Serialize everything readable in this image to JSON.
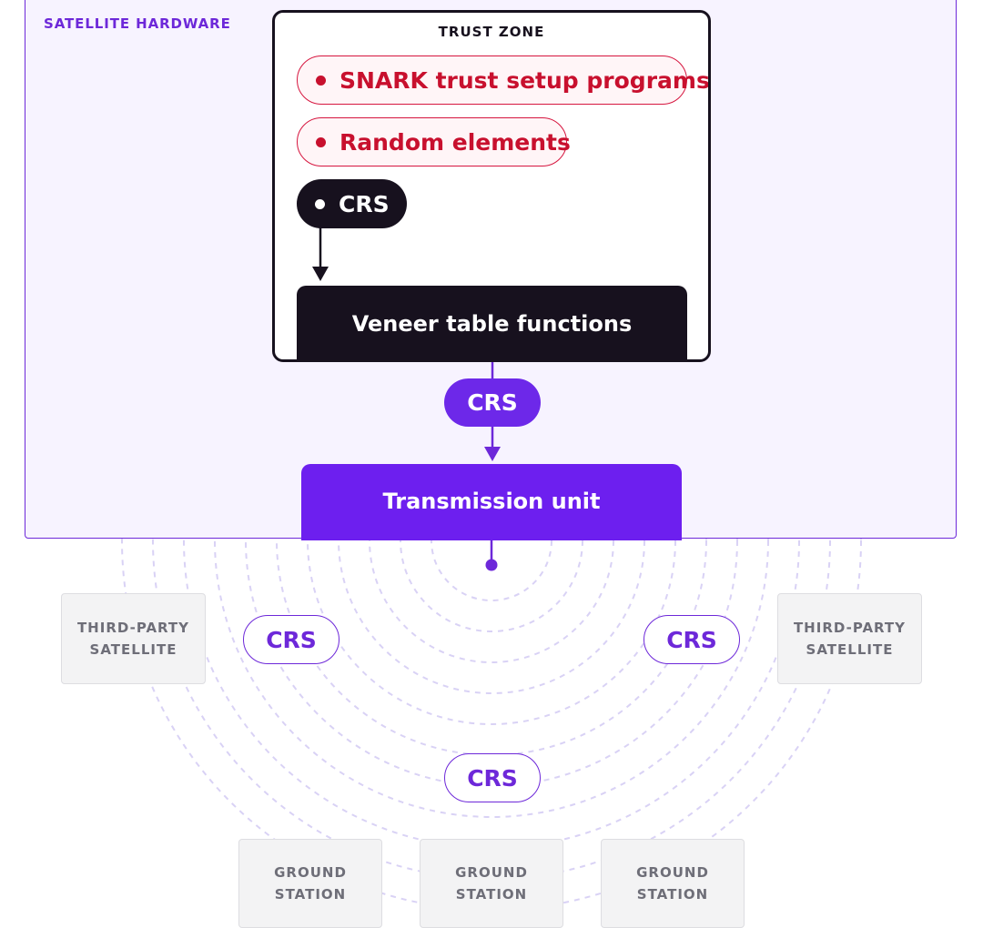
{
  "satellite_hardware": {
    "label": "SATELLITE HARDWARE"
  },
  "trust_zone": {
    "title": "TRUST ZONE",
    "items": [
      {
        "label": "SNARK trust setup programs"
      },
      {
        "label": "Random elements"
      },
      {
        "label": "CRS"
      }
    ],
    "veneer_label": "Veneer table functions"
  },
  "transfer": {
    "crs_label": "CRS",
    "transmission_label": "Transmission unit"
  },
  "broadcast": {
    "crs_left": "CRS",
    "crs_right": "CRS",
    "crs_center": "CRS"
  },
  "nodes": {
    "third_party_left": {
      "line1": "THIRD-PARTY",
      "line2": "SATELLITE"
    },
    "third_party_right": {
      "line1": "THIRD-PARTY",
      "line2": "SATELLITE"
    },
    "ground_stations": [
      {
        "line1": "GROUND",
        "line2": "STATION"
      },
      {
        "line1": "GROUND",
        "line2": "STATION"
      },
      {
        "line1": "GROUND",
        "line2": "STATION"
      }
    ]
  },
  "colors": {
    "accent_purple": "#6d28d9",
    "transmission_purple": "#6d1fef",
    "trust_red": "#c8102e",
    "dark": "#17111e",
    "wave": "#d9d2f5"
  }
}
